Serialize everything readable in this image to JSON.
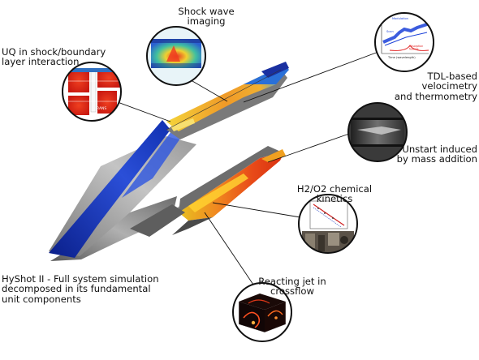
{
  "labels": {
    "shock_wave": "Shock wave\nimaging",
    "uq": "UQ in shock/boundary\nlayer interaction",
    "tdl": "TDL-based\nvelocimetry\nand thermometry",
    "unstart": "Unstart induced\nby mass addition",
    "h2o2": "H2/O2 chemical\nkinetics",
    "hyshot": "HyShot II - Full system simulation\ndecomposed in its fundamental\nunit components",
    "jet": "Reacting jet in\ncrossflow"
  },
  "inset_texts": {
    "tdl_top": "Modulation",
    "tdl_scan": "Scan",
    "tdl_abs": "Absorption\nfeature",
    "tdl_axis": "Time (wavelength)",
    "uq_tag": "RANS"
  },
  "colors": {
    "blue_fin": "#1f3fbf",
    "hot": "#e83010",
    "warm": "#f2a020",
    "yellow": "#f4d020",
    "grey_surface": "#8a8a8a"
  }
}
